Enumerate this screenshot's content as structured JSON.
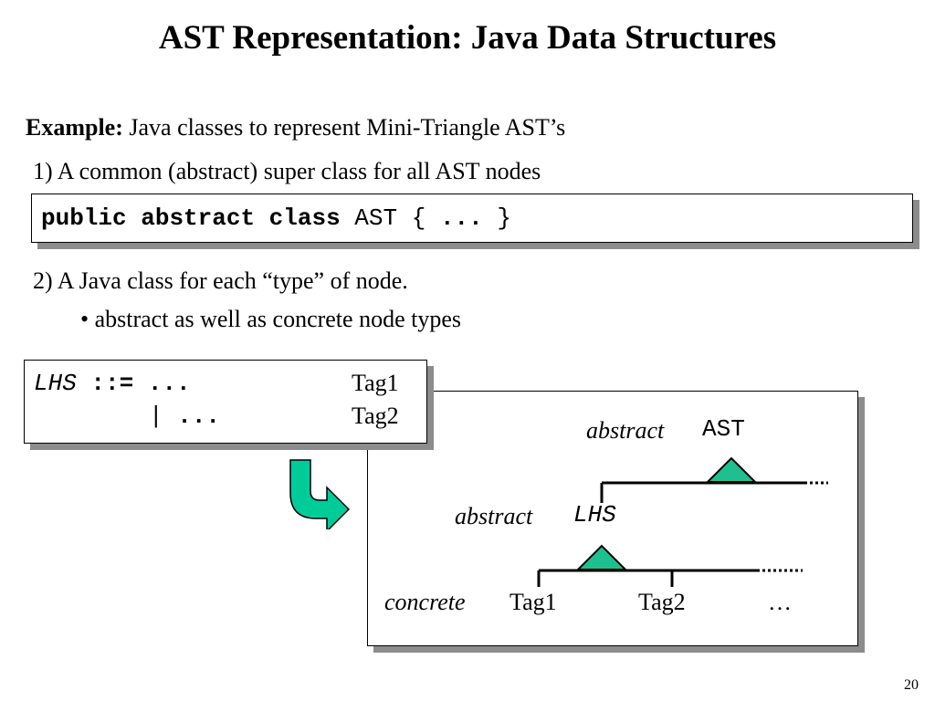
{
  "title": "AST Representation: Java Data Structures",
  "example": {
    "label": "Example:",
    "text": " Java classes to represent Mini-Triangle AST’s"
  },
  "point1": "1) A common (abstract) super class for all AST nodes",
  "code1": {
    "kw_public": "public",
    "kw_abstract": "abstract",
    "kw_class": "class",
    "name": "AST",
    "brace_open": "{",
    "dots": "...",
    "brace_close": "}"
  },
  "point2": "2) A Java class for each “type” of node.",
  "bullet": "• abstract as well as concrete node types",
  "grammar": {
    "lhs": "LHS",
    "assign": "::=",
    "dots1": "...",
    "tag1": "Tag1",
    "bar": "|",
    "dots2": "...",
    "tag2": "Tag2"
  },
  "diagram": {
    "abstract1": "abstract",
    "ast": "AST",
    "abstract2": "abstract",
    "lhs": "LHS",
    "concrete": "concrete",
    "tag1": "Tag1",
    "tag2": "Tag2",
    "ellipsis": "…"
  },
  "colors": {
    "triangle_fill": "#1fc090",
    "arrow_fill": "#00cc99",
    "shadow": "#8c8c8c"
  },
  "page_number": "20"
}
